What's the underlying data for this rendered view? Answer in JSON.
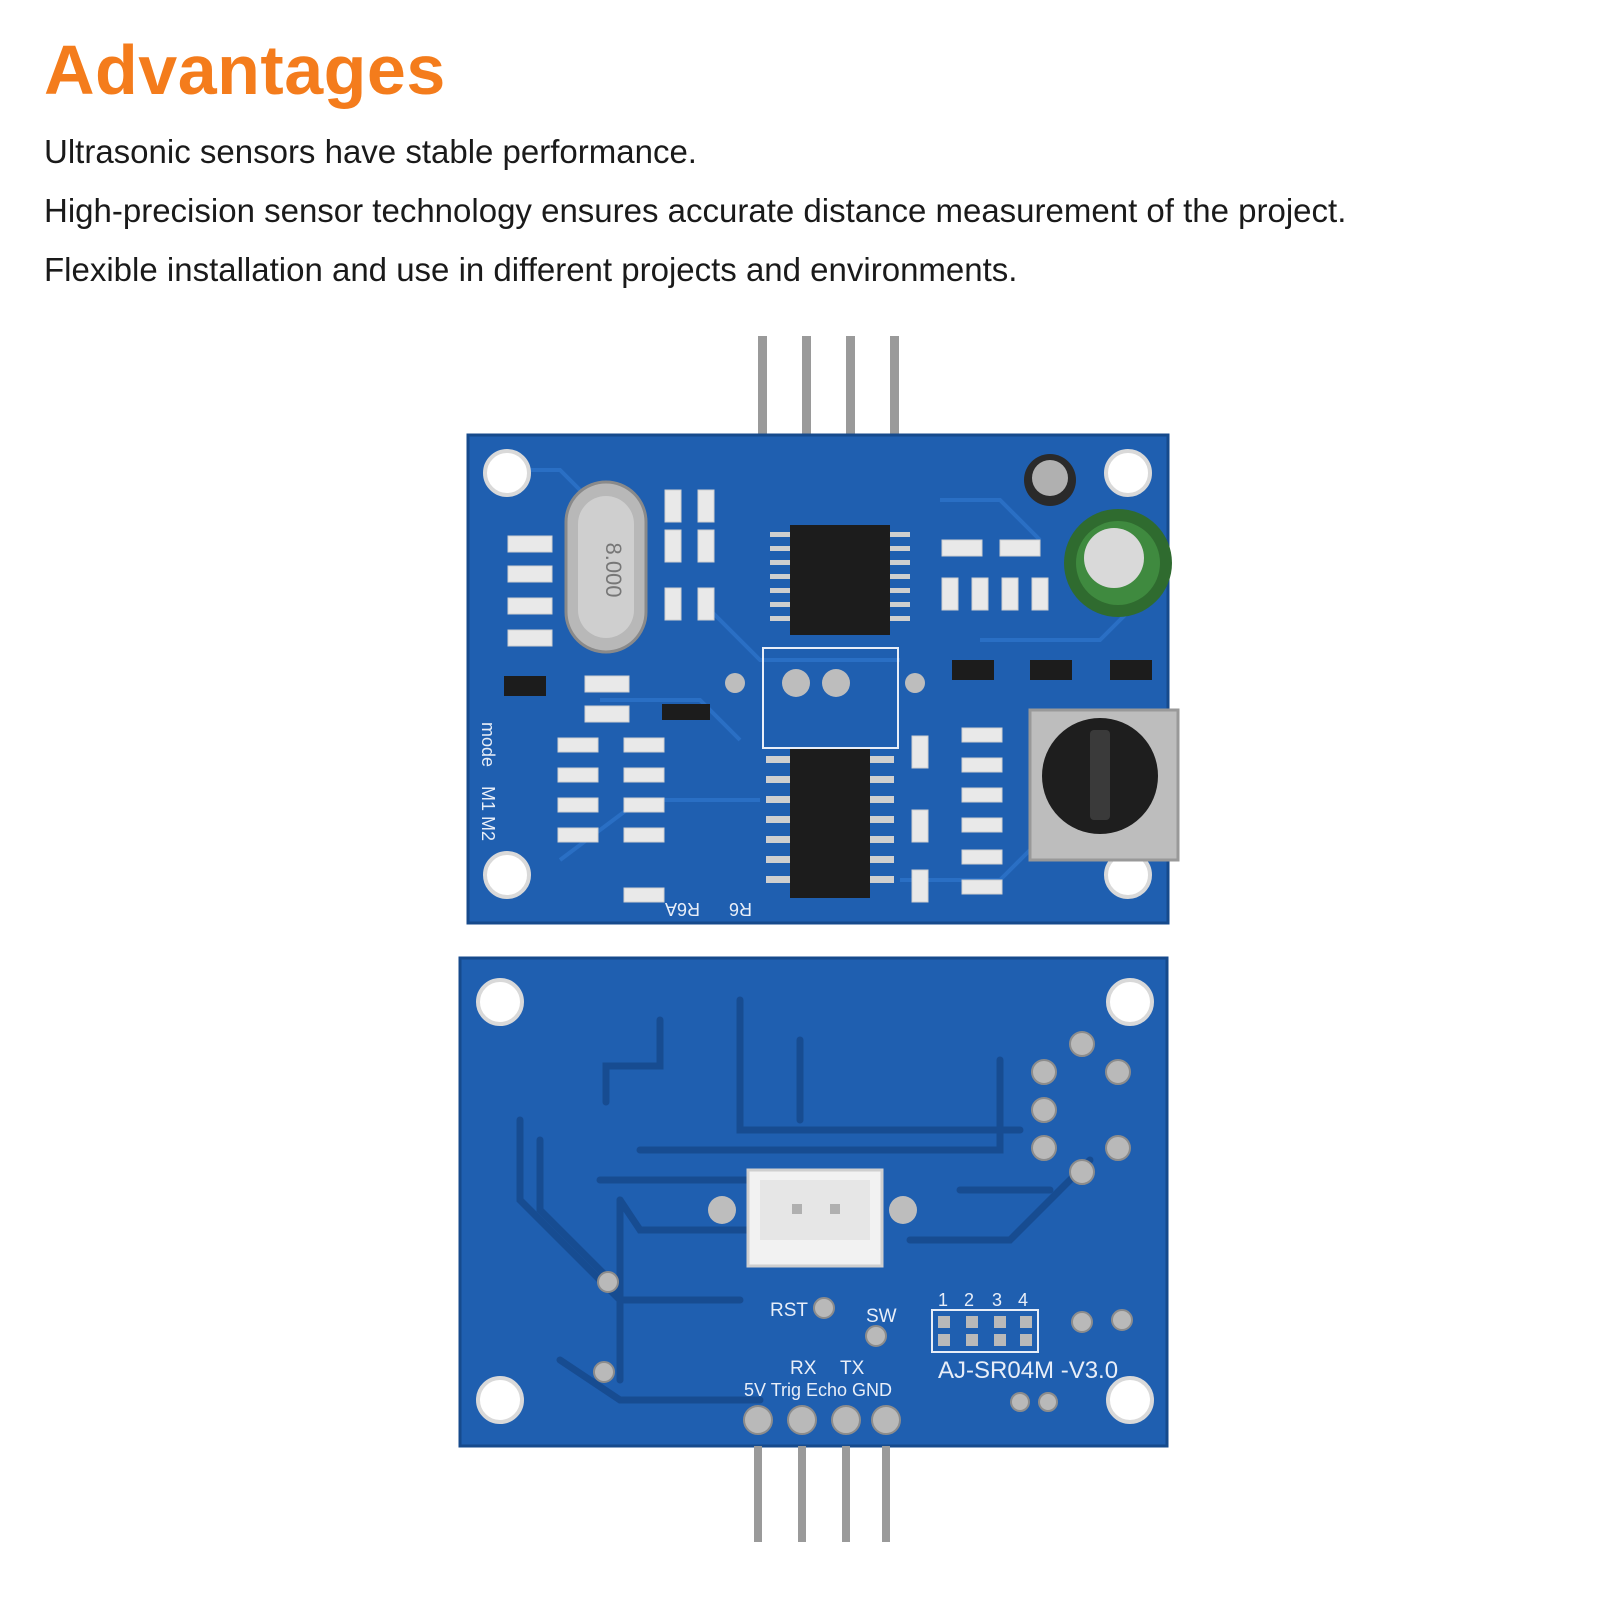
{
  "heading": "Advantages",
  "points": [
    "Ultrasonic sensors have stable performance.",
    "High-precision sensor technology ensures accurate distance measurement of the project.",
    "Flexible installation and use in different projects and environments."
  ],
  "colors": {
    "heading": "#f47c1c",
    "pcb": "#1f5fb0",
    "pcb_dark": "#174c91"
  },
  "board_front": {
    "silk_mode": "mode",
    "silk_m1": "M1",
    "silk_m2": "M2",
    "silk_r6": "R6",
    "silk_r6a": "R6A",
    "crystal_label": "8.000"
  },
  "board_back": {
    "rst": "RST",
    "sw": "SW",
    "rx": "RX",
    "tx": "TX",
    "pins": "5V Trig Echo GND",
    "model": "AJ-SR04M -V3.0",
    "pad_1": "1",
    "pad_2": "2",
    "pad_3": "3",
    "pad_4": "4"
  }
}
